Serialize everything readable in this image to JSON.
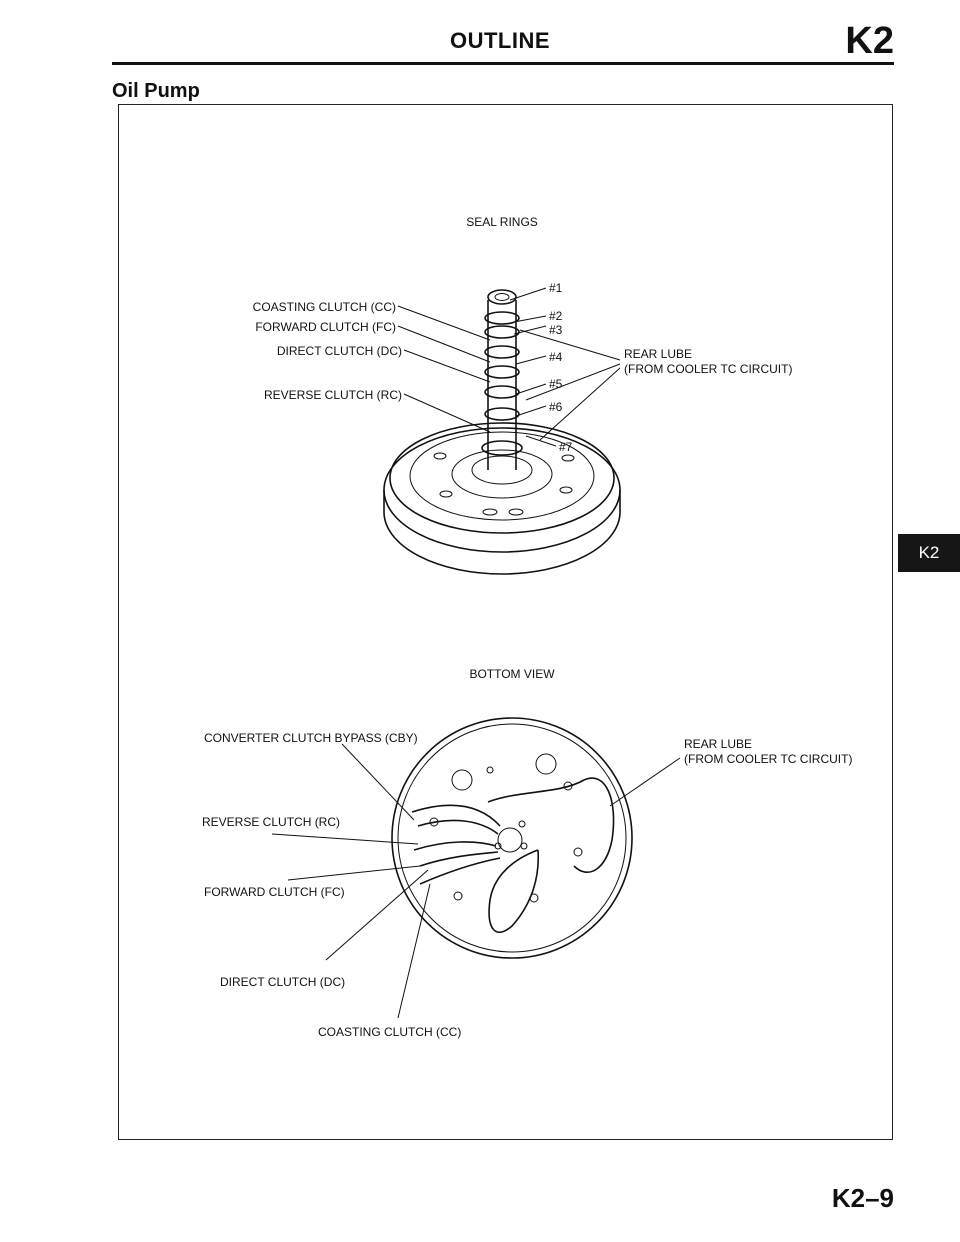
{
  "header": {
    "title": "OUTLINE",
    "code": "K2"
  },
  "section_title": "Oil Pump",
  "side_tab": "K2",
  "page_number": "K2–9",
  "figure_top": {
    "caption": "SEAL RINGS",
    "clutch_labels": [
      "COASTING CLUTCH (CC)",
      "FORWARD CLUTCH (FC)",
      "DIRECT CLUTCH (DC)",
      "REVERSE CLUTCH (RC)"
    ],
    "ring_labels": [
      "#1",
      "#2",
      "#3",
      "#4",
      "#5",
      "#6",
      "#7"
    ],
    "rear_lube": [
      "REAR LUBE",
      "(FROM COOLER TC CIRCUIT)"
    ]
  },
  "figure_bottom": {
    "caption": "BOTTOM VIEW",
    "labels": [
      "CONVERTER CLUTCH BYPASS (CBY)",
      "REVERSE CLUTCH (RC)",
      "FORWARD CLUTCH (FC)",
      "DIRECT CLUTCH (DC)",
      "COASTING CLUTCH (CC)"
    ],
    "rear_lube": [
      "REAR LUBE",
      "(FROM COOLER TC CIRCUIT)"
    ]
  }
}
